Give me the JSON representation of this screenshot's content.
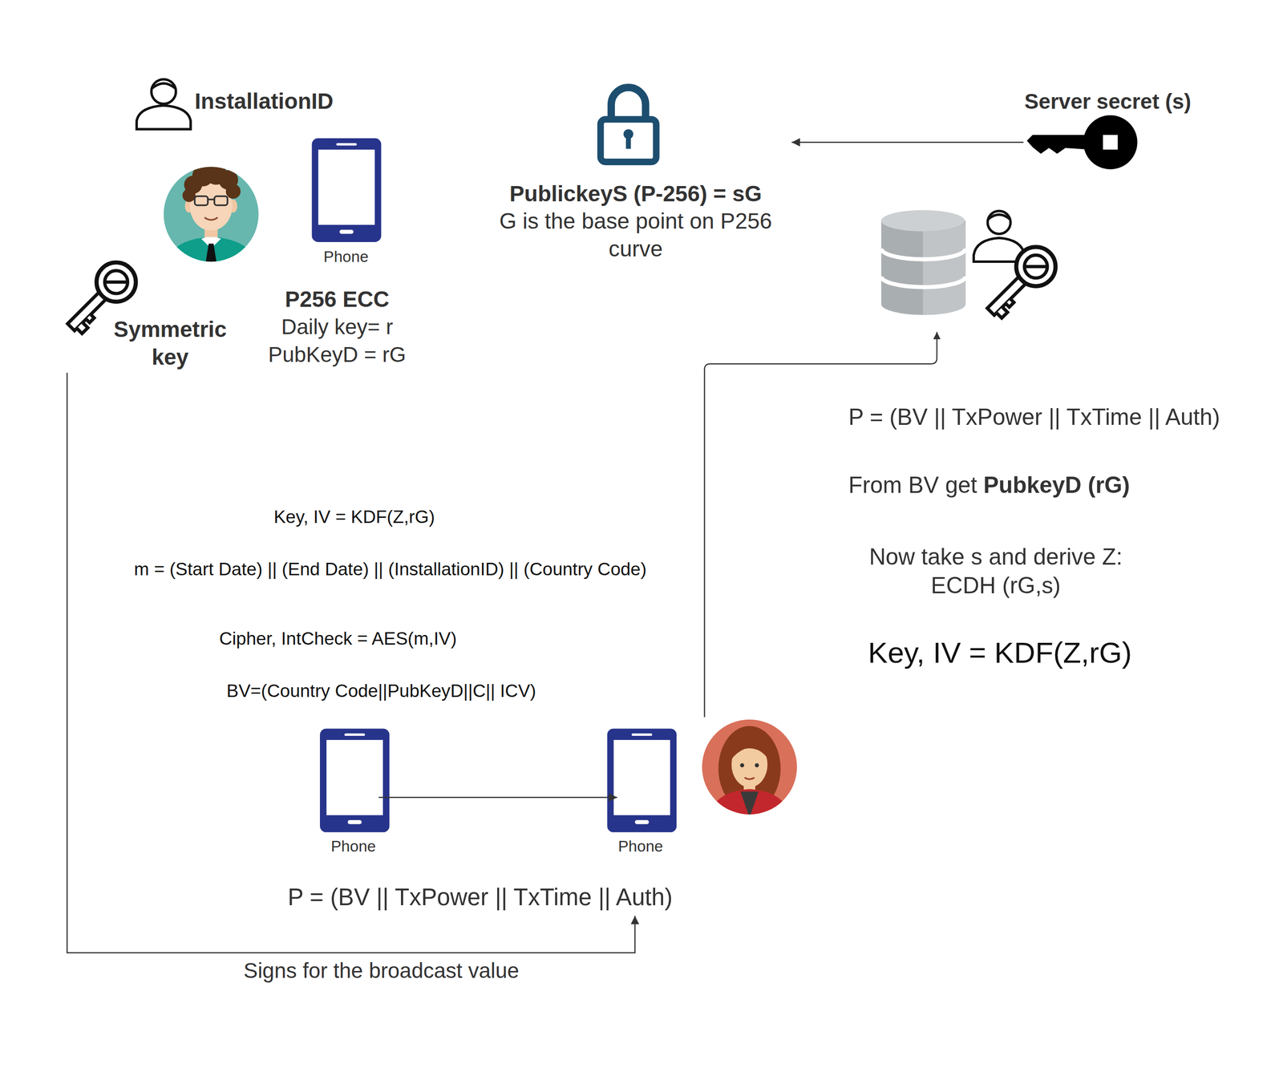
{
  "diagram": {
    "nodes": [
      {
        "text": [
          "InstallationID"
        ]
      },
      {
        "text": [
          "Phone"
        ]
      },
      {
        "text": [
          "Symmetric key"
        ]
      },
      {
        "text": [
          "PublickeyS (P-256) = sG",
          "G is the base point on P256 curve"
        ]
      },
      {
        "text": [
          "Server secret (s)"
        ]
      },
      {
        "text": [
          "Phone"
        ]
      },
      {
        "text": [
          "Phone"
        ]
      },
      {
        "text": [
          "P = (BV || TxPower || TxTime || Auth)"
        ]
      }
    ],
    "edges": [
      {
        "from": 4,
        "to": 3,
        "arrow": "to"
      },
      {
        "from": 5,
        "to": 6,
        "arrow": "to"
      },
      {
        "from": 2,
        "to": 7,
        "label": "Signs for the broadcast value",
        "arrow": "to"
      }
    ],
    "labels": [
      "P256 ECC",
      "Daily key= r",
      "PubKeyD = rG",
      "Key, IV = KDF(Z,rG)",
      "m = (Start Date) || (End Date) || (InstallationID) || (Country Code)",
      "Cipher, IntCheck = AES(m,IV)",
      "BV=(Country Code||PubKeyD||C|| ICV)",
      "P = (BV || TxPower || TxTime || Auth)",
      "From BV get",
      "PubkeyD (rG)",
      "Now take s and derive Z: ECDH (rG,s)",
      "Key, IV = KDF(Z,rG)"
    ]
  }
}
